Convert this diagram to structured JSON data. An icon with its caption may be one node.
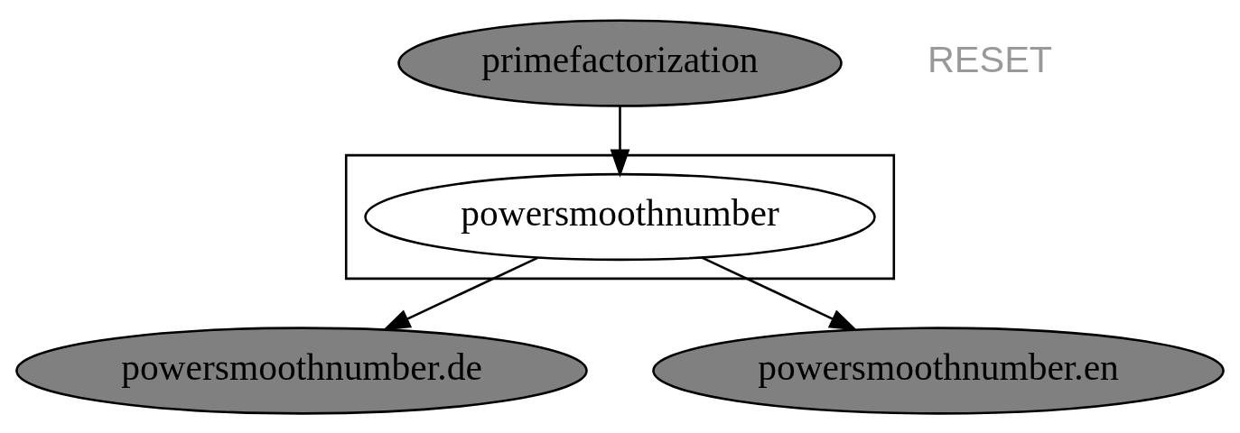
{
  "diagram": {
    "nodes": [
      {
        "text": [
          "primefactorization"
        ]
      },
      {
        "text": [],
        "shape": "box"
      },
      {
        "text": [
          "powersmoothnumber"
        ],
        "in": 1
      },
      {
        "text": [
          "powersmoothnumber.de"
        ]
      },
      {
        "text": [
          "powersmoothnumber.en"
        ]
      }
    ],
    "edges": [
      {
        "from": 0,
        "to": 2,
        "arrow": "to"
      },
      {
        "from": 2,
        "to": 3,
        "arrow": "to"
      },
      {
        "from": 2,
        "to": 4,
        "arrow": "to"
      }
    ],
    "labels": [
      "RESET"
    ]
  }
}
